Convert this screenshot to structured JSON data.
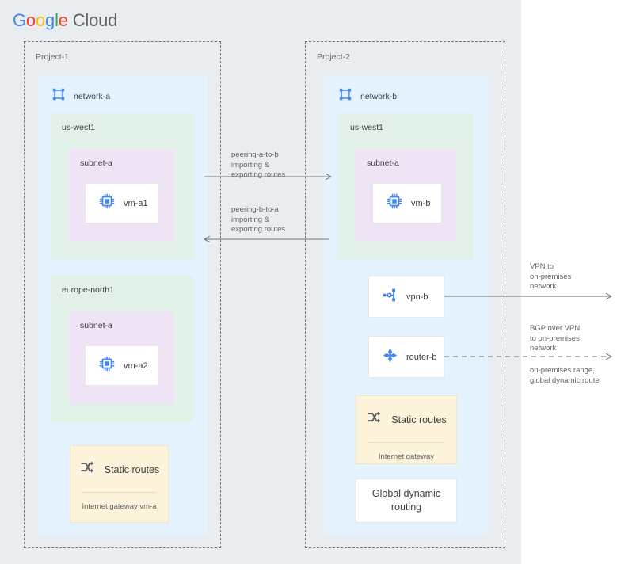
{
  "brand": {
    "google": [
      "G",
      "o",
      "o",
      "g",
      "l",
      "e"
    ],
    "cloud": "Cloud",
    "colors": {
      "blue": "#4285F4",
      "red": "#EA4335",
      "yellow": "#FBBC05",
      "green": "#34A853",
      "gray_text": "#5f6368",
      "canvas_bg": "#eaedef",
      "network_bg": "#e3f2fd",
      "region_bg": "#e2f1e8",
      "subnet_bg": "#eee4f5",
      "card_yellow_bg": "#fdf3da",
      "icon_blue": "#4285F4",
      "line": "#5f6368"
    }
  },
  "projects": [
    {
      "id": "project-1",
      "label": "Project-1",
      "network": {
        "name": "network-a",
        "icon": "network-icon",
        "regions": [
          {
            "label": "us-west1",
            "subnets": [
              {
                "label": "subnet-a",
                "vms": [
                  {
                    "label": "vm-a1",
                    "icon": "vm-icon"
                  }
                ]
              }
            ]
          },
          {
            "label": "europe-north1",
            "subnets": [
              {
                "label": "subnet-a",
                "vms": [
                  {
                    "label": "vm-a2",
                    "icon": "vm-icon"
                  }
                ]
              }
            ]
          }
        ],
        "static_routes": {
          "title": "Static routes",
          "icon": "static-routes-icon",
          "entries": "Internet gateway\nvm-a"
        }
      }
    },
    {
      "id": "project-2",
      "label": "Project-2",
      "network": {
        "name": "network-b",
        "icon": "network-icon",
        "regions": [
          {
            "label": "us-west1",
            "subnets": [
              {
                "label": "subnet-a",
                "vms": [
                  {
                    "label": "vm-b",
                    "icon": "vm-icon"
                  }
                ]
              }
            ]
          }
        ],
        "gateways": [
          {
            "label": "vpn-b",
            "icon": "vpn-icon"
          },
          {
            "label": "router-b",
            "icon": "router-icon"
          }
        ],
        "static_routes": {
          "title": "Static routes",
          "icon": "static-routes-icon",
          "entries": "Internet gateway"
        },
        "global_dynamic_routing": "Global dynamic\nrouting"
      }
    }
  ],
  "connections": [
    {
      "id": "peering-a-to-b",
      "label": "peering-a-to-b\nimporting &\nexporting routes",
      "direction": "right",
      "style": "solid"
    },
    {
      "id": "peering-b-to-a",
      "label": "peering-b-to-a\nimporting &\nexporting routes",
      "direction": "left",
      "style": "solid"
    },
    {
      "id": "vpn-to-onprem",
      "label": "VPN to\non-premises\nnetwork",
      "direction": "right",
      "style": "solid"
    },
    {
      "id": "bgp-over-vpn",
      "label": "BGP over VPN\nto on-premises\nnetwork",
      "sublabel": "on-premises range,\nglobal dynamic route",
      "direction": "right",
      "style": "dashed"
    }
  ]
}
